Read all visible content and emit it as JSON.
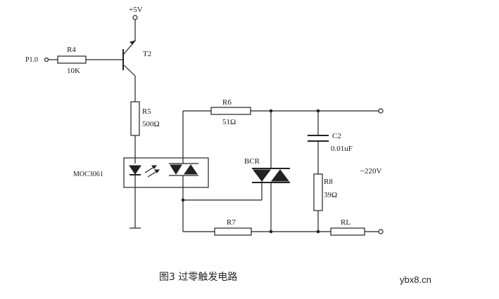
{
  "labels": {
    "vcc": "+5V",
    "p10": "P1.0",
    "r4": "R4",
    "r4_value": "10K",
    "t2": "T2",
    "r5": "R5",
    "r5_value": "500Ω",
    "moc": "MOC3061",
    "r6": "R6",
    "r6_value": "51Ω",
    "bcr": "BCR",
    "c2": "C2",
    "c2_value": "0.01uF",
    "r8": "R8",
    "r8_value": "39Ω",
    "ac": "~220V",
    "r7": "R7",
    "rl": "RL"
  },
  "caption": "图3 过零触发电路",
  "watermark": "ybx8.cn",
  "colors": {
    "wire": "#222222",
    "background": "#ffffff"
  }
}
